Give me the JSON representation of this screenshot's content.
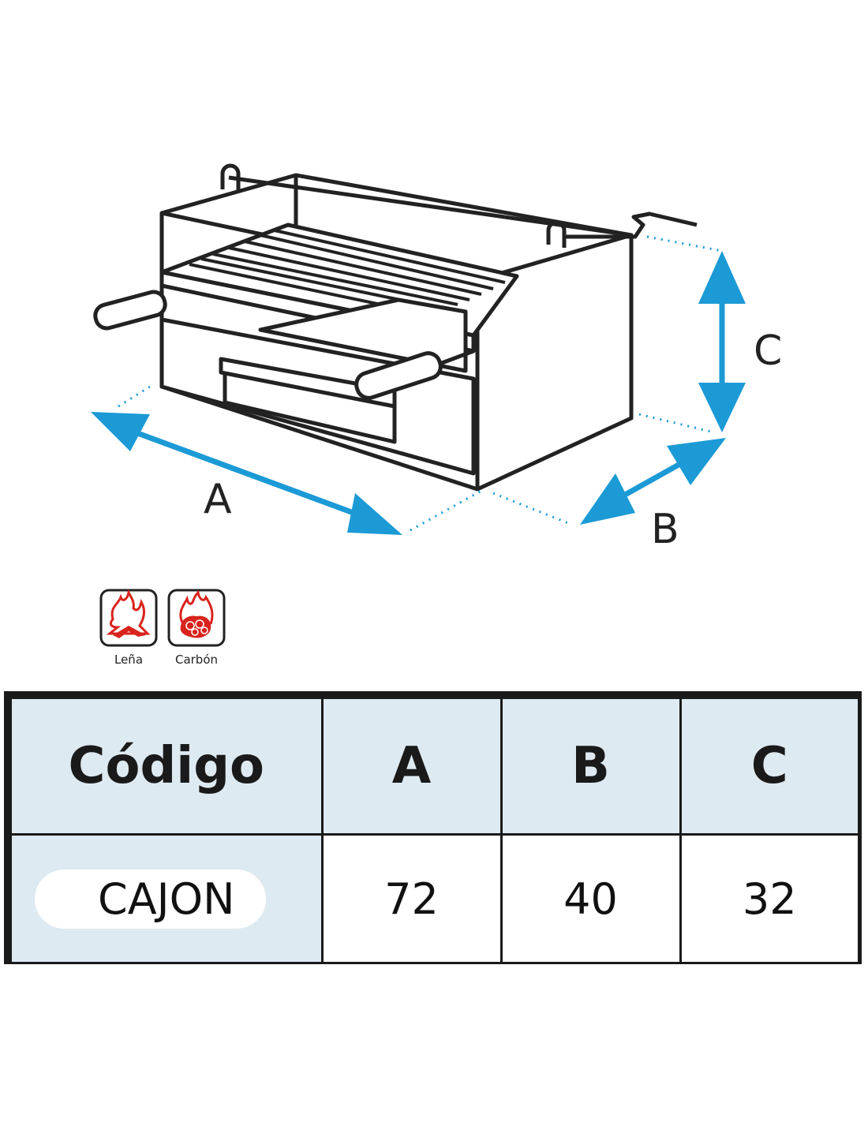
{
  "diagram": {
    "dimension_labels": {
      "a": "A",
      "b": "B",
      "c": "C"
    },
    "colors": {
      "arrow": "#1c9ad6",
      "line": "#222222",
      "fire": "#d9231d"
    }
  },
  "fuels": [
    {
      "label": "Leña",
      "icon": "firewood-flame-icon"
    },
    {
      "label": "Carbón",
      "icon": "charcoal-flame-icon"
    }
  ],
  "table": {
    "headers": [
      "Código",
      "A",
      "B",
      "C"
    ],
    "rows": [
      [
        "CAJON",
        "72",
        "40",
        "32"
      ]
    ]
  }
}
